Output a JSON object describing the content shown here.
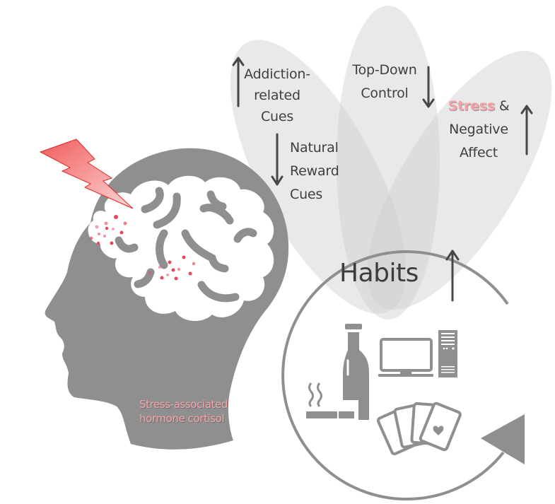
{
  "title": "Stress, brain and habits diagram",
  "colors": {
    "head": "#8f8f8f",
    "brain": "#ffffff",
    "petal": "#d9d9d9",
    "text": "#3f3f3f",
    "stress_pink": "#f4a4a8",
    "lightning": "#f26b6b",
    "dots": "#e8475c",
    "icons": "#8f8f8f"
  },
  "petals": [
    {
      "id": "addiction",
      "lines": [
        "Addiction-",
        "related",
        "Cues"
      ],
      "arrow": "up"
    },
    {
      "id": "natural-reward",
      "lines": [
        "Natural",
        "Reward",
        "Cues"
      ],
      "arrow": "down"
    },
    {
      "id": "top-down",
      "lines": [
        "Top-Down",
        "Control"
      ],
      "arrow": "down"
    },
    {
      "id": "stress",
      "stress_word": "Stress",
      "amp": " &",
      "lines": [
        "Negative",
        "Affect"
      ],
      "arrow": "up"
    }
  ],
  "habits": {
    "label": "Habits",
    "arrow": "up",
    "icons": [
      "cigarette-icon",
      "bottle-icon",
      "computer-monitor-icon",
      "computer-tower-icon",
      "playing-cards-icon"
    ]
  },
  "head": {
    "caption_lines": [
      "Stress-associated",
      "hormone cortisol"
    ]
  }
}
